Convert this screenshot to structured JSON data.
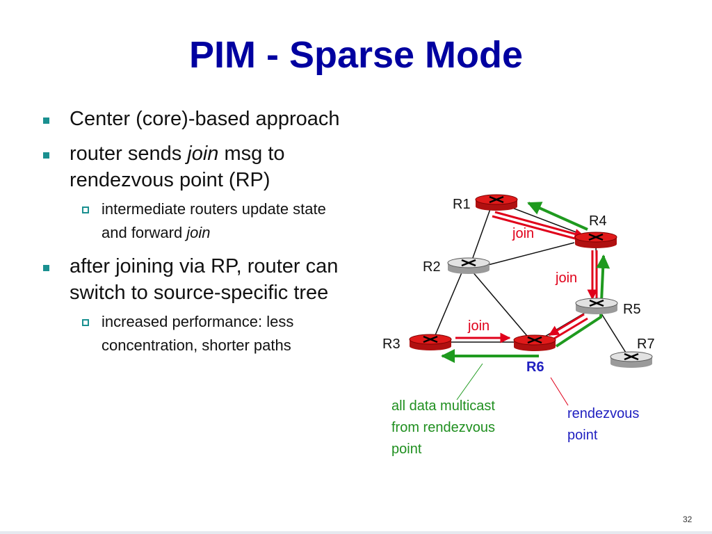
{
  "slide": {
    "title": "PIM - Sparse Mode",
    "page_number": "32"
  },
  "bullets": [
    {
      "level": 1,
      "text": "Center (core)-based approach"
    },
    {
      "level": 1,
      "pre": "router sends ",
      "em": "join",
      "post": " msg to rendezvous point (RP)"
    },
    {
      "level": 2,
      "pre": "intermediate routers update state and forward ",
      "em": "join",
      "post": ""
    },
    {
      "level": 1,
      "text": "after joining via RP, router can switch to source-specific tree"
    },
    {
      "level": 2,
      "text": "increased performance: less concentration, shorter paths"
    }
  ],
  "diagram": {
    "routers": {
      "r1": "R1",
      "r2": "R2",
      "r3": "R3",
      "r4": "R4",
      "r5": "R5",
      "r6": "R6",
      "r7": "R7"
    },
    "join_labels": [
      "join",
      "join",
      "join"
    ],
    "annotations": {
      "multicast_note": [
        "all data multicast",
        "from rendezvous",
        "point"
      ],
      "rp_note": [
        "rendezvous",
        "point"
      ]
    },
    "colors": {
      "active_router": "#e01a1a",
      "idle_router": "#e2e2e2",
      "join_path": "#e0001a",
      "multicast_path": "#1f9a1f",
      "title": "#0000a0",
      "bullet": "#1a9090"
    }
  }
}
